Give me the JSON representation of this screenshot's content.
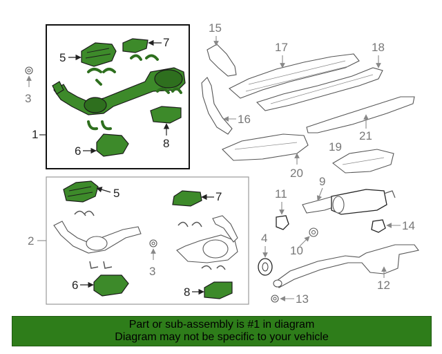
{
  "banner": {
    "line1": "Part or sub-assembly is #1 in diagram",
    "line2": "Diagram may not be specific to your vehicle"
  },
  "callouts": {
    "c1": "1",
    "c2": "2",
    "c3a": "3",
    "c3b": "3",
    "c4": "4",
    "c5a": "5",
    "c5b": "5",
    "c6a": "6",
    "c6b": "6",
    "c7a": "7",
    "c7b": "7",
    "c8a": "8",
    "c8b": "8",
    "c9": "9",
    "c10": "10",
    "c11": "11",
    "c12": "12",
    "c13": "13",
    "c14": "14",
    "c15": "15",
    "c16": "16",
    "c17": "17",
    "c18": "18",
    "c19": "19",
    "c20": "20",
    "c21": "21"
  },
  "colors": {
    "highlight": "#3d8a2a",
    "banner": "#2e7d1a"
  }
}
